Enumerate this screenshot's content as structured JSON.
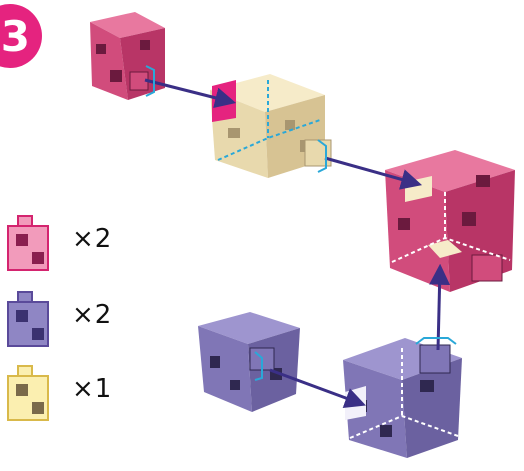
{
  "step": {
    "number": "3",
    "color": "#e5237f"
  },
  "legend": [
    {
      "piece": "pink-block",
      "quantity_label": "×2",
      "fill": "#f29bbb",
      "stroke": "#d4246f",
      "dark": "#8a1f4f"
    },
    {
      "piece": "purple-block",
      "quantity_label": "×2",
      "fill": "#8f86c4",
      "stroke": "#5a4a9a",
      "dark": "#3b3270"
    },
    {
      "piece": "yellow-block",
      "quantity_label": "×1",
      "fill": "#fbefb0",
      "stroke": "#d9b94a",
      "dark": "#7a6a4a"
    }
  ],
  "colors": {
    "pink_top": "#e8789f",
    "pink_left": "#d14c7c",
    "pink_right": "#b83566",
    "pink_dark": "#6b1a3e",
    "cream_top": "#f6ebc9",
    "cream_left": "#e8d9ad",
    "cream_right": "#d7c393",
    "cream_dark": "#a89670",
    "purple_top": "#9e95cf",
    "purple_left": "#8076b6",
    "purple_right": "#6b61a0",
    "purple_dark": "#2f2850",
    "arrow": "#3a2f86",
    "guide": "#2aa8d8"
  }
}
